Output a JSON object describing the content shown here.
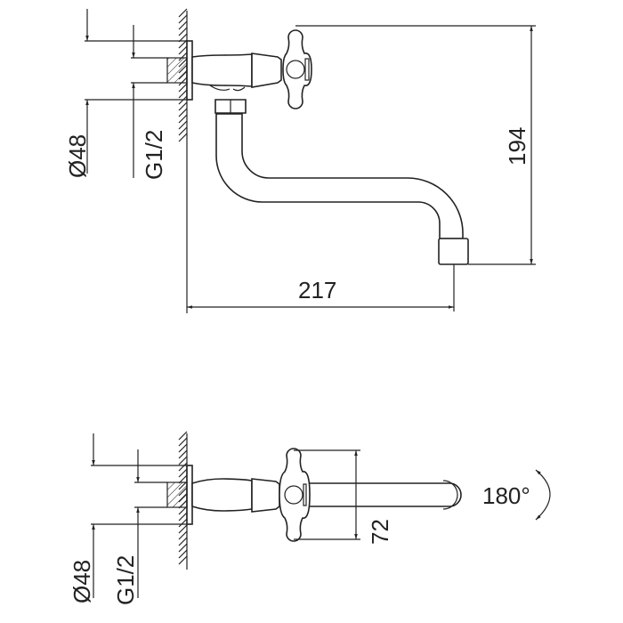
{
  "top_view": {
    "dim_flange_diameter": "Ø48",
    "dim_thread": "G1/2",
    "dim_height": "194",
    "dim_projection": "217"
  },
  "bottom_view": {
    "dim_flange_diameter": "Ø48",
    "dim_thread": "G1/2",
    "dim_handle_width": "72",
    "rotation_label": "180°"
  }
}
